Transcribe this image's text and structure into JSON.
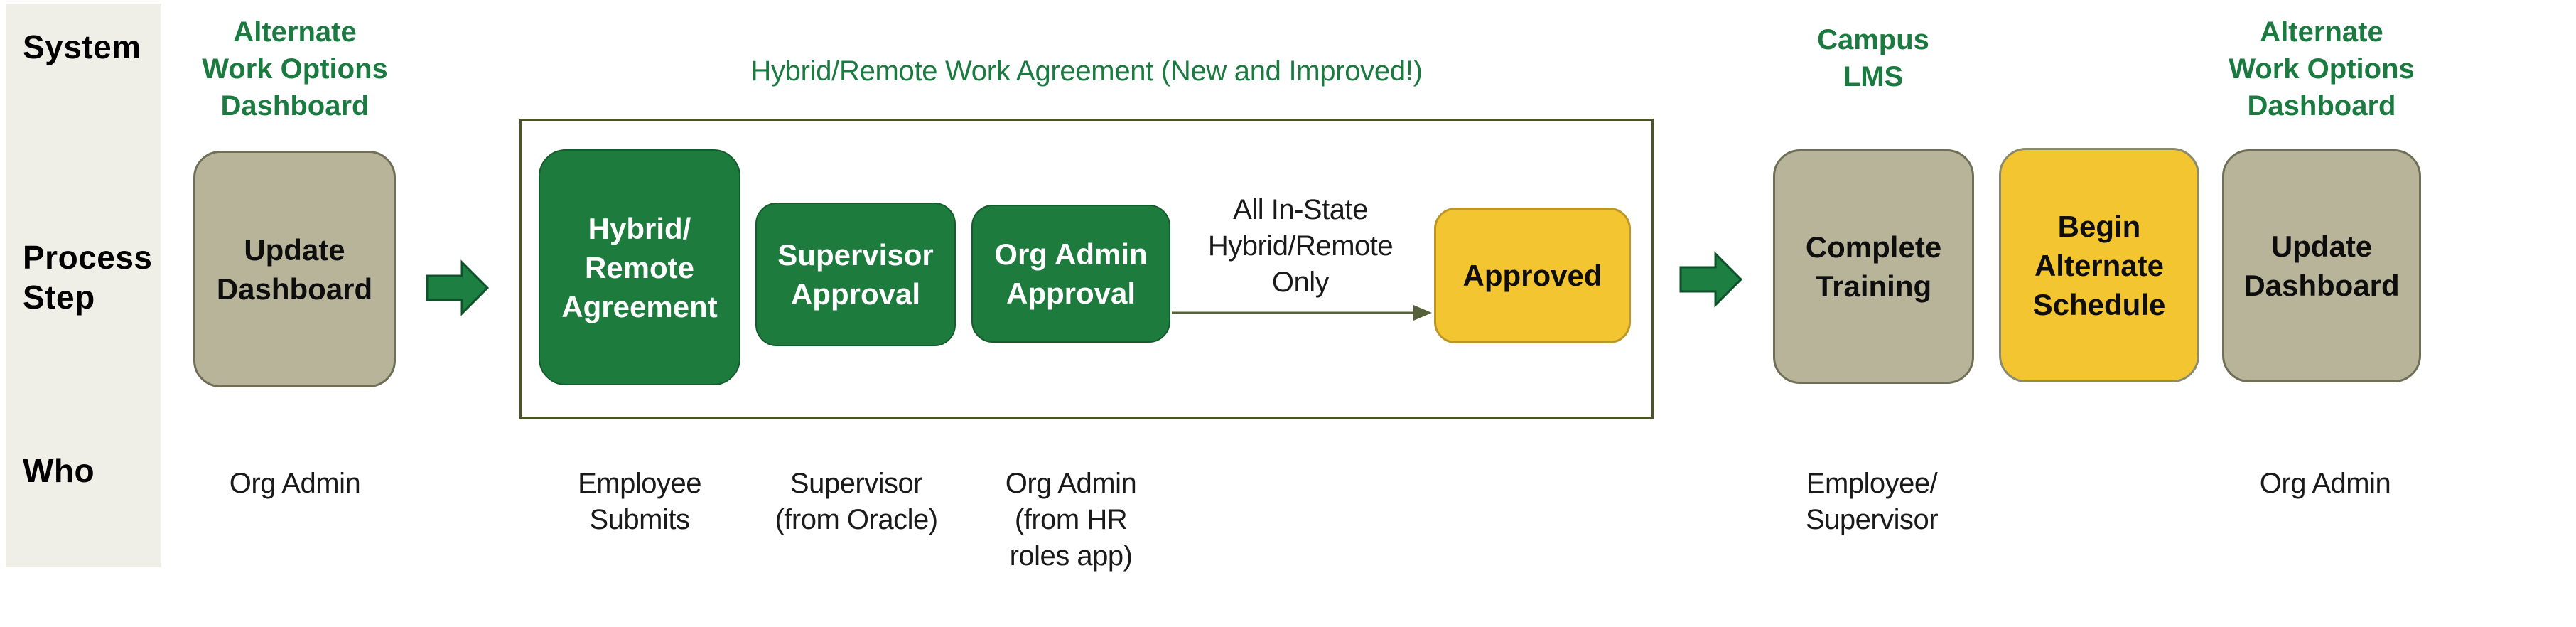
{
  "lanes": {
    "system_label": "System",
    "process_step_label": "Process\nStep",
    "who_label": "Who"
  },
  "stage_update_first": {
    "system": "Alternate\nWork Options\nDashboard",
    "step": "Update\nDashboard",
    "who": "Org Admin"
  },
  "agreement": {
    "title": "Hybrid/Remote Work Agreement (New and Improved!)",
    "steps": [
      {
        "label": "Hybrid/\nRemote\nAgreement",
        "who": "Employee\nSubmits"
      },
      {
        "label": "Supervisor\nApproval",
        "who": "Supervisor\n(from Oracle)"
      },
      {
        "label": "Org Admin\nApproval",
        "who": "Org Admin\n(from HR\nroles app)"
      }
    ],
    "condition_label": "All In-State\nHybrid/Remote\nOnly",
    "approved_label": "Approved"
  },
  "stage_training": {
    "system": "Campus\nLMS",
    "step": "Complete\nTraining",
    "who": "Employee/\nSupervisor"
  },
  "stage_schedule": {
    "step": "Begin\nAlternate\nSchedule"
  },
  "stage_update_last": {
    "system": "Alternate\nWork Options\nDashboard",
    "step": "Update\nDashboard",
    "who": "Org Admin"
  },
  "colors": {
    "beige": "#f0efe7",
    "olive_fill": "#b7b49a",
    "olive_border": "#6f6f57",
    "green_fill": "#1d7b3d",
    "green_border": "#145c2d",
    "yellow_fill": "#f2c531",
    "yellow_border_dark": "#bc9727",
    "yellow_border_olive": "#8a8a70",
    "arrow_fill": "#1d7f41",
    "arrow_border": "#0d5229",
    "olive_dark": "#4a5424",
    "thin_arrow": "#57623a",
    "green_text": "#1b7a40",
    "text_dark": "#1a1a1a"
  }
}
